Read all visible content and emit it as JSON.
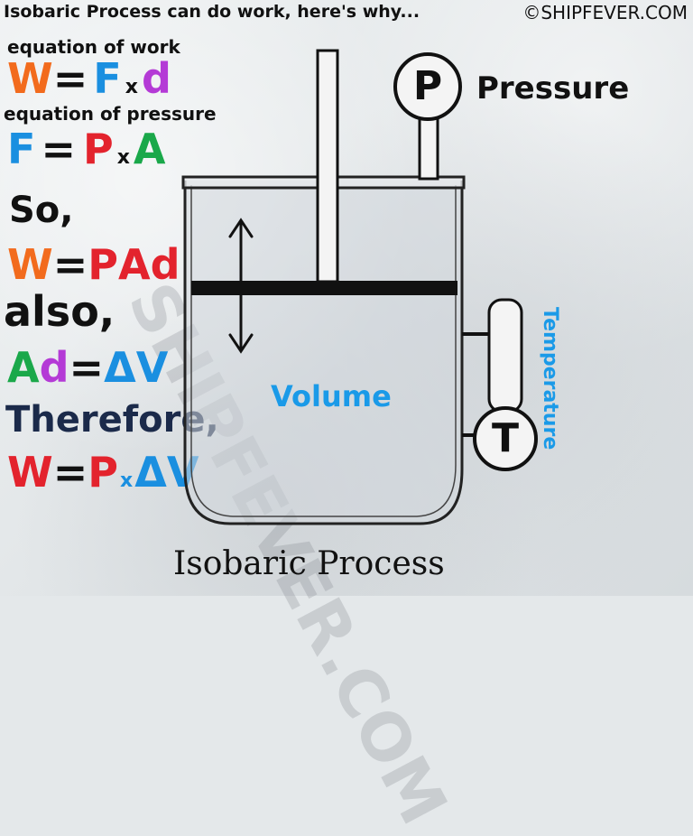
{
  "header": {
    "title": "Isobaric Process can do work, here's why...",
    "copyright": "©SHIPFEVER.COM"
  },
  "colors": {
    "orange": "#f26b1d",
    "blue": "#1a8fe0",
    "purple": "#b43ad6",
    "red": "#e3232d",
    "green": "#1aa84a",
    "cyan": "#1a9ae8",
    "navy": "#1b2a4a"
  },
  "equations": {
    "label_work": "equation of work",
    "work": [
      "W",
      "=",
      "F",
      "x",
      "d"
    ],
    "label_pressure": "equation of pressure",
    "pressure": [
      "F",
      "=",
      "P",
      "x",
      "A"
    ],
    "so": "So,",
    "wpad": [
      "W",
      "=",
      "P",
      "A",
      "d"
    ],
    "also": "also,",
    "adv": [
      "A",
      "d",
      "=",
      "ΔV"
    ],
    "therefore": "Therefore,",
    "final": [
      "W",
      "=",
      "P",
      "x",
      "ΔV"
    ]
  },
  "diagram": {
    "pressure_gauge_symbol": "P",
    "pressure_label": "Pressure",
    "volume_label": "Volume",
    "temperature_gauge_symbol": "T",
    "temperature_label": "Temperature",
    "title": "Isobaric Process"
  },
  "watermark": "SHIPFEVER.COM"
}
